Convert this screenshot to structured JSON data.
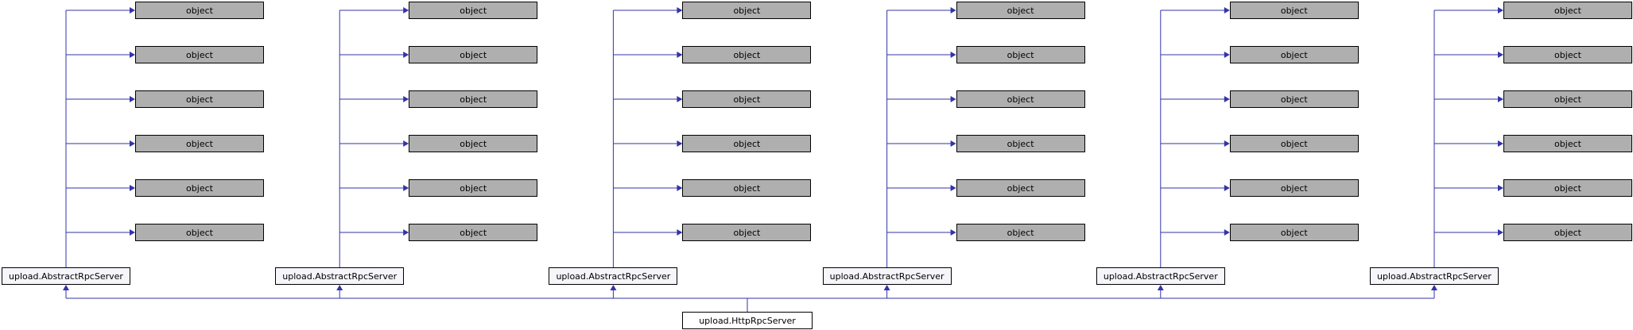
{
  "diagram": {
    "nodes": {
      "object_label": "object",
      "abstract_server_label": "upload.AbstractRpcServer",
      "http_server_label": "upload.HttpRpcServer"
    },
    "structure": {
      "group_count": 6,
      "objects_per_group": 6
    },
    "colors": {
      "background": "#ffffff",
      "object_fill": "#afafaf",
      "server_fill": "#f5f5fa",
      "http_fill": "#ffffff",
      "node_border": "#000000",
      "edge": "#3333aa"
    }
  }
}
